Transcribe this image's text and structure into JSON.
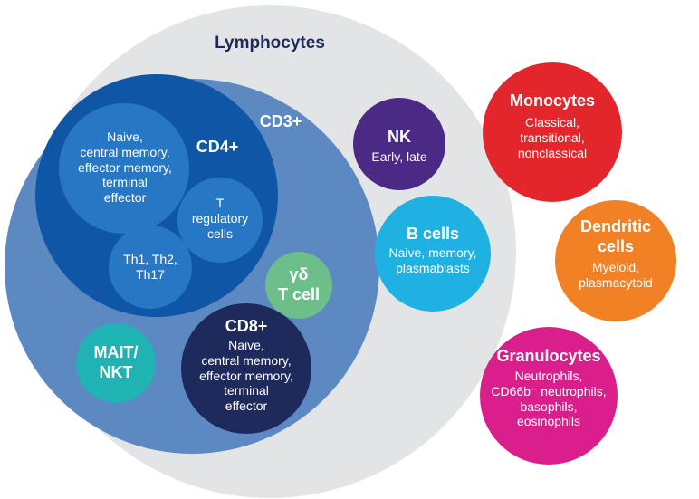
{
  "lymphocytes": {
    "label": "Lymphocytes"
  },
  "cd3": {
    "label": "CD3+"
  },
  "cd4": {
    "label": "CD4+",
    "subsets": "Naive,\ncentral memory,\neffector memory,\nterminal\neffector",
    "treg": "T\nregulatory\ncells",
    "th": "Th1, Th2,\nTh17"
  },
  "gd": {
    "label": "γδ\nT cell"
  },
  "mait": {
    "label": "MAIT/\nNKT"
  },
  "cd8": {
    "label": "CD8+",
    "subsets": "Naive,\ncentral memory,\neffector memory,\nterminal\neffector"
  },
  "nk": {
    "label": "NK",
    "subsets": "Early, late"
  },
  "bcells": {
    "label": "B cells",
    "subsets": "Naive, memory,\nplasmablasts"
  },
  "monocytes": {
    "label": "Monocytes",
    "subsets": "Classical,\ntransitional,\nnonclassical"
  },
  "dendritic": {
    "label": "Dendritic\ncells",
    "subsets": "Myeloid,\nplasmacytoid"
  },
  "granulocytes": {
    "label": "Granulocytes",
    "subsets": "Neutrophils,\nCD66b⁻ neutrophils,\nbasophils,\neosinophils"
  },
  "colors": {
    "lymphocytes_bg": "#e2e4e6",
    "cd3": "#5d89c3",
    "cd4": "#0f57a6",
    "cd4_sub": "#2777c4",
    "cd8": "#1f2a5c",
    "gd": "#6cbe8a",
    "mait": "#1fb3b3",
    "nk": "#4b2a85",
    "bcells": "#20b1e3",
    "monocytes": "#e3262c",
    "dendritic": "#f28025",
    "granulocytes": "#da1f8c",
    "title_text": "#1f2a5c"
  }
}
